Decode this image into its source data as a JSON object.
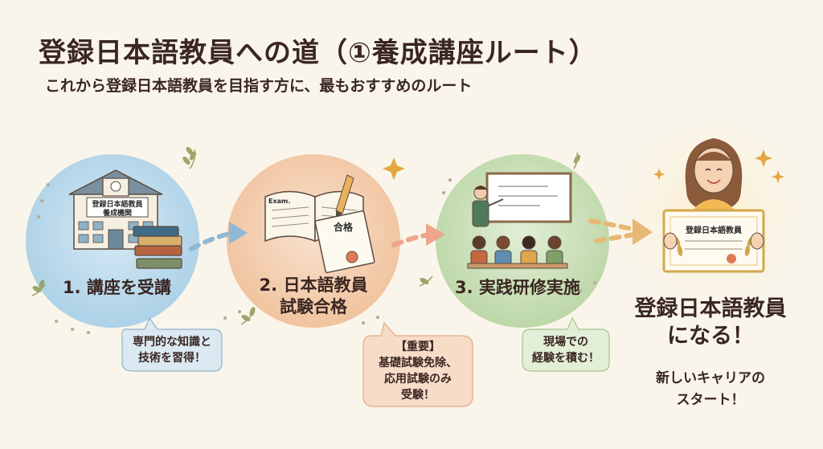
{
  "title": "登録日本語教員への道（①養成講座ルート）",
  "subtitle": "これから登録日本語教員を目指す方に、最もおすすめのルート",
  "steps": [
    {
      "label": "1. 講座を受講",
      "bubble_lines": [
        "専門的な知識と",
        "技術を習得！"
      ],
      "sign_lines": [
        "登録日本語教員",
        "養成機関"
      ],
      "color": "#a9cfe6"
    },
    {
      "label_lines": [
        "2. 日本語教員",
        "試験合格"
      ],
      "bubble_lines": [
        "【重要】",
        "基礎試験免除、",
        "応用試験のみ",
        "受験！"
      ],
      "book_text": "Exam.",
      "certificate_text": "合格",
      "color": "#f3c6a3"
    },
    {
      "label": "3. 実践研修実施",
      "bubble_lines": [
        "現場での",
        "経験を積む！"
      ],
      "color": "#bcd7a9"
    }
  ],
  "goal": {
    "title_lines": [
      "登録日本語教員",
      "になる！"
    ],
    "sub_lines": [
      "新しいキャリアの",
      "スタート！"
    ],
    "certificate_text": "登録日本語教員",
    "color": "#f7e0a0"
  },
  "icons": [
    "school-building-icon",
    "books-icon",
    "open-book-icon",
    "pencil-icon",
    "certificate-icon",
    "teacher-icon",
    "whiteboard-icon",
    "students-icon",
    "smiling-graduate-icon",
    "laurel-icon",
    "sparkle-icon",
    "arrow-icon",
    "leaf-sprig-icon"
  ]
}
